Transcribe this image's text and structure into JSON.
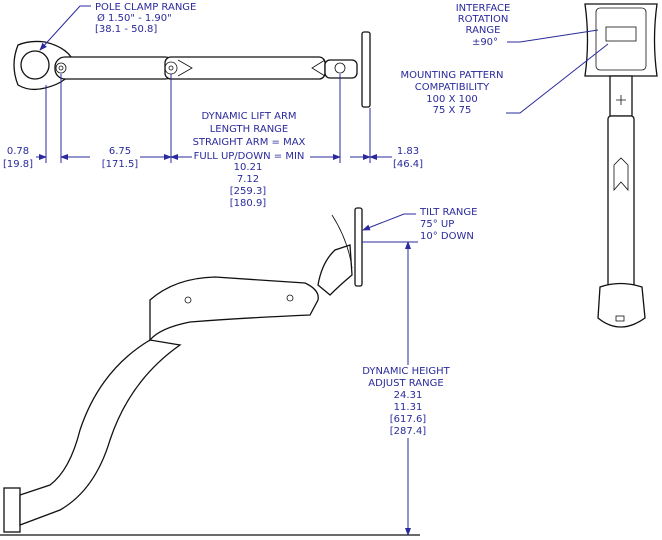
{
  "top_view": {
    "pole_clamp": {
      "title": "POLE CLAMP RANGE",
      "imperial": "Ø 1.50\" - 1.90\"",
      "metric": "[38.1 - 50.8]"
    },
    "dim_clamp": {
      "imperial": "0.78",
      "metric": "[19.8]"
    },
    "dim_first_arm": {
      "imperial": "6.75",
      "metric": "[171.5]"
    },
    "lift_arm": {
      "line1": "DYNAMIC LIFT ARM",
      "line2": "LENGTH RANGE",
      "line3": "STRAIGHT ARM = MAX",
      "line4": "FULL UP/DOWN = MIN",
      "max_imperial": "10.21",
      "min_imperial": "7.12",
      "max_metric": "[259.3]",
      "min_metric": "[180.9]"
    },
    "dim_head": {
      "imperial": "1.83",
      "metric": "[46.4]"
    }
  },
  "front_view": {
    "rotation": {
      "line1": "INTERFACE",
      "line2": "ROTATION",
      "line3": "RANGE",
      "value": "±90°"
    },
    "mounting": {
      "line1": "MOUNTING PATTERN",
      "line2": "COMPATIBILITY",
      "pattern1": "100 X 100",
      "pattern2": "75 X 75"
    }
  },
  "side_view": {
    "tilt": {
      "title": "TILT RANGE",
      "up": "75° UP",
      "down": "10° DOWN"
    },
    "height": {
      "line1": "DYNAMIC HEIGHT",
      "line2": "ADJUST RANGE",
      "max_imperial": "24.31",
      "min_imperial": "11.31",
      "max_metric": "[617.6]",
      "min_metric": "[287.4]"
    }
  },
  "colors": {
    "dimension": "#2a2a9c",
    "part": "#111111"
  }
}
